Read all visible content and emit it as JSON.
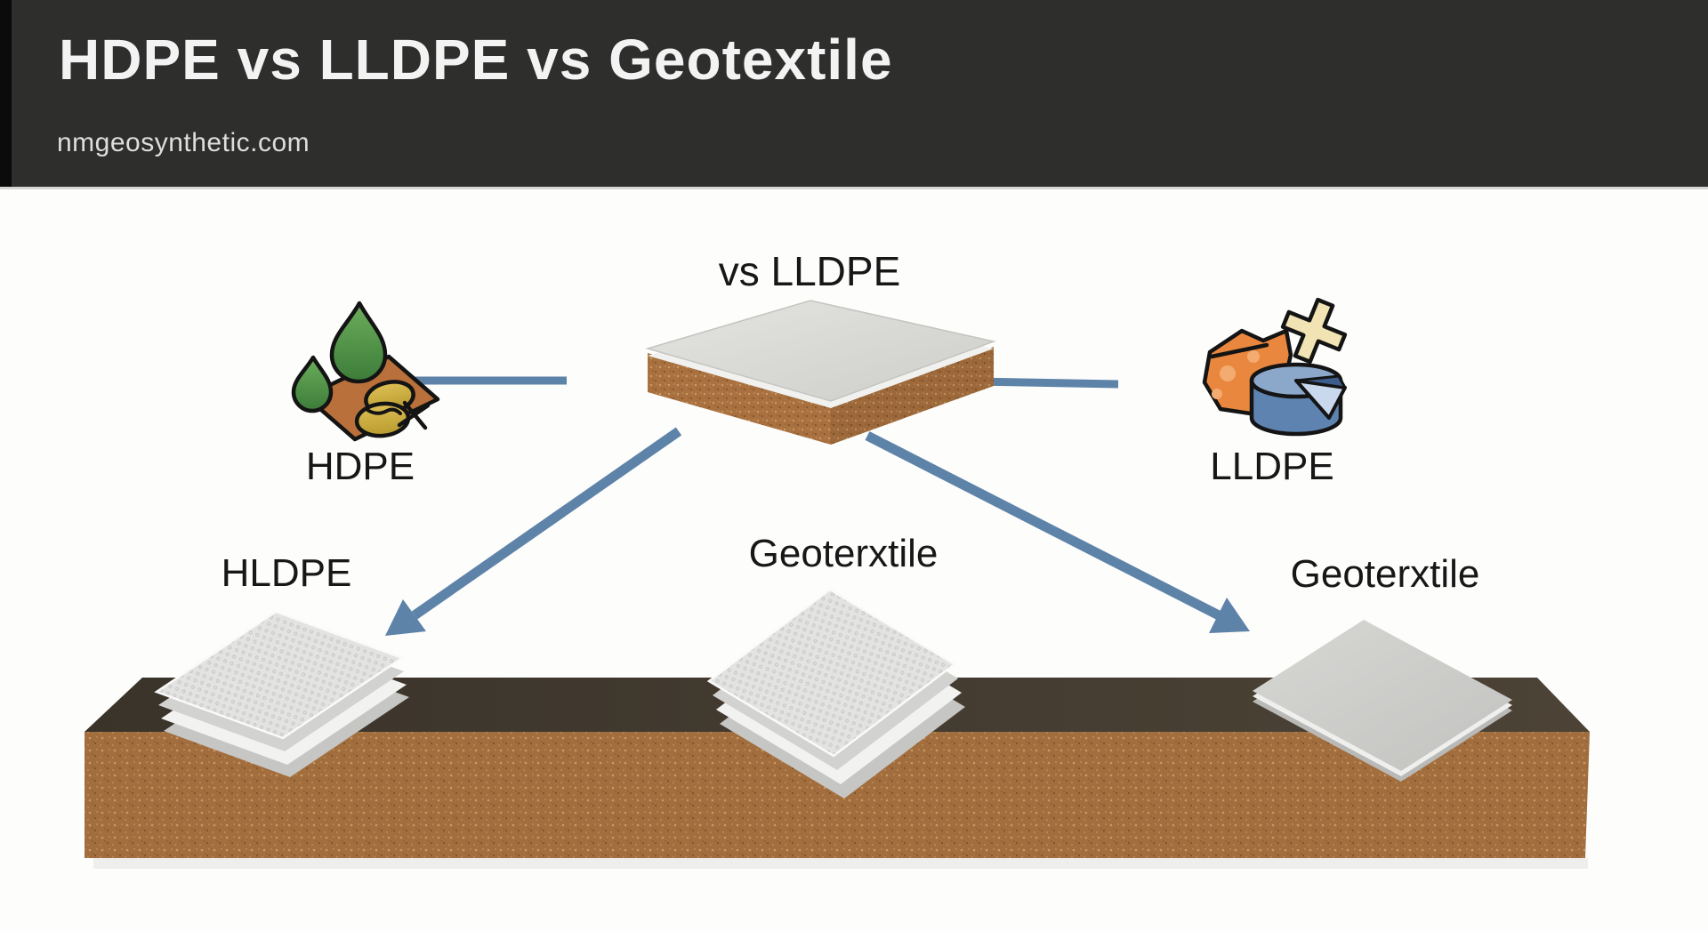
{
  "header": {
    "title": "HDPE vs LLDPE vs Geotextile",
    "subtitle": "nmgeosynthetic.com"
  },
  "diagram": {
    "center_top_label": "vs LLDPE",
    "left_label": "HDPE",
    "right_label": "LLDPE",
    "bottom_left_label": "HLDPE",
    "bottom_center_label": "Geoterxtile",
    "bottom_right_label": "Geoterxtile"
  },
  "icons": {
    "left_icon": "raw-material-droplets-icon",
    "right_icon": "resin-chunks-wheel-icon",
    "arrows": "blue-flow-arrows"
  },
  "colors": {
    "header_bg": "#2e2e2d",
    "header_title": "#f3f3f3",
    "header_subtitle": "#dedede",
    "page_bg": "#fdfdfc",
    "label_text": "#171717",
    "arrow_blue": "#5e83a8",
    "slab_brown": "#a9713f",
    "soil_front": "#a26e3e",
    "soil_top_dark": "#463e32",
    "sheet_gray": "#d8d8d5"
  }
}
